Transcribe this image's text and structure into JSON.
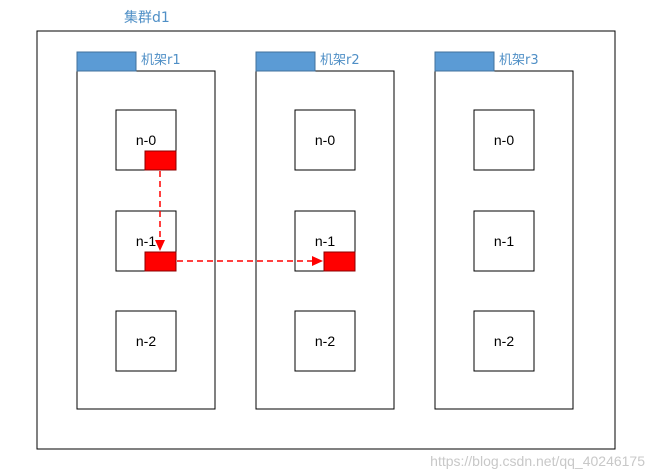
{
  "cluster": {
    "title": "集群d1"
  },
  "racks": [
    {
      "title": "机架r1",
      "nodes": [
        "n-0",
        "n-1",
        "n-2"
      ]
    },
    {
      "title": "机架r2",
      "nodes": [
        "n-0",
        "n-1",
        "n-2"
      ]
    },
    {
      "title": "机架r3",
      "nodes": [
        "n-0",
        "n-1",
        "n-2"
      ]
    }
  ],
  "colors": {
    "frame": "#000000",
    "rack_header": "#5b9bd5",
    "label": "#4f8fc6",
    "block": "#ff0000",
    "arrow": "#ff0000"
  },
  "watermark": "https://blog.csdn.net/qq_40246175"
}
